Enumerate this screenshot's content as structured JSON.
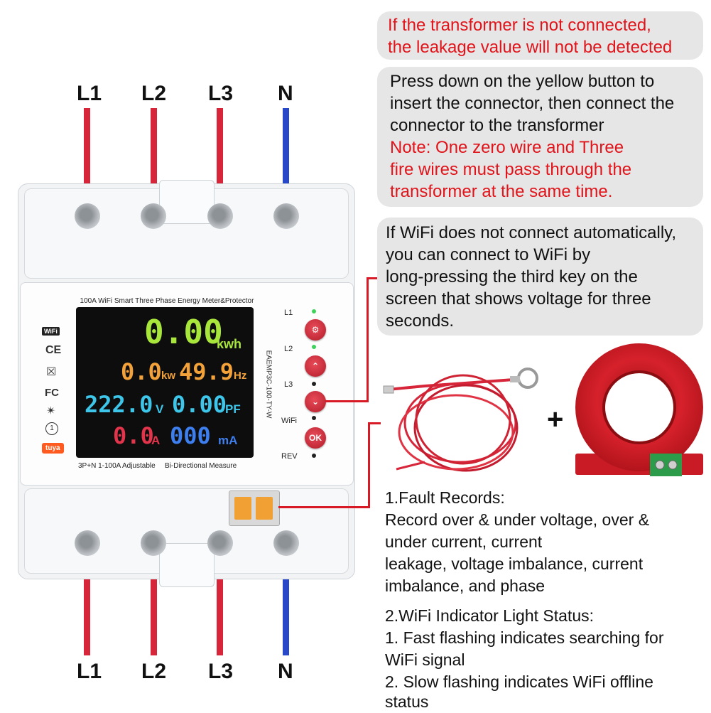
{
  "terminals_top": [
    "L1",
    "L2",
    "L3",
    "N"
  ],
  "terminals_bottom": [
    "L1",
    "L2",
    "L3",
    "N"
  ],
  "notes": {
    "transformer": [
      "If the transformer is not connected,",
      "the leakage value will not be detected"
    ],
    "connector": [
      "Press down on the yellow button to",
      "insert the connector, then connect the",
      "connector to the transformer"
    ],
    "connector_note": [
      "Note: One zero wire and Three",
      "fire wires must pass through the",
      "transformer at the same time."
    ],
    "wifi": [
      "If WiFi does not connect automatically,",
      "you can connect to WiFi by",
      "long-pressing the third key on the",
      "screen that shows voltage for three",
      "seconds."
    ]
  },
  "device": {
    "header": "100A WiFi Smart Three Phase Energy Meter&Protector",
    "footer_left": "3P+N 1-100A Adjustable",
    "footer_right": "Bi-Directional Measure",
    "model": "EAEMP3C-100-TY-W",
    "brand": "tuya",
    "wifi_badge": "WiFi",
    "ce": "CE",
    "fc": "FC",
    "readings": {
      "energy": "0.00",
      "energy_unit": "kwh",
      "power": "0.0",
      "power_unit": "kw",
      "freq": "49.9",
      "freq_unit": "Hz",
      "voltage": "222.0",
      "voltage_unit": "V",
      "pf": "0.00",
      "pf_unit": "PF",
      "current": "0.0",
      "current_unit": "A",
      "leak": "000",
      "leak_unit": "mA"
    },
    "indicators": [
      "L1",
      "L2",
      "L3",
      "WiFi",
      "REV"
    ],
    "buttons": {
      "ok": "OK"
    }
  },
  "plus": "+",
  "info": {
    "fault_title": "1.Fault Records:",
    "fault_lines": [
      "Record over & under voltage, over &",
      "under current, current",
      "leakage, voltage imbalance, current",
      "imbalance, and phase"
    ],
    "wifi_title": "2.WiFi Indicator Light Status:",
    "wifi_lines": [
      "1. Fast flashing indicates searching for",
      "WiFi signal",
      "2. Slow flashing indicates WiFi offline",
      "status"
    ]
  },
  "colors": {
    "wire_red": "#d7263a",
    "wire_blue": "#2748c9",
    "note_red": "#e0141a",
    "bubble": "#e6e6e6"
  }
}
